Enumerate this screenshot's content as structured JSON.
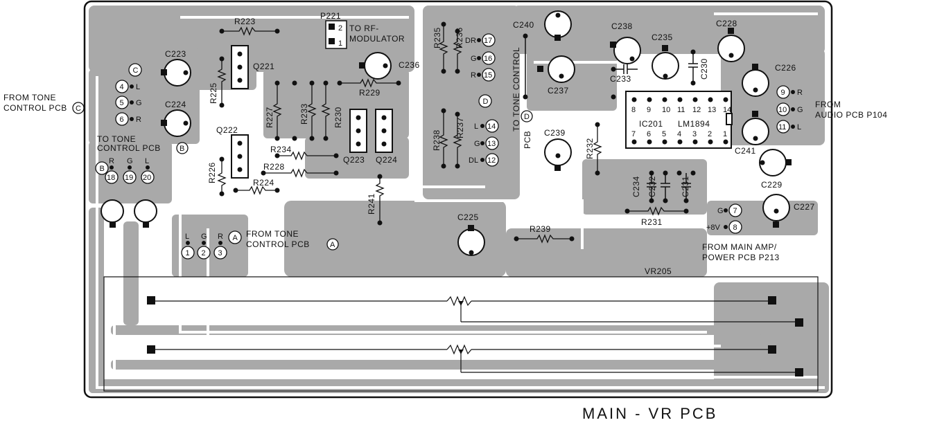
{
  "title": "MAIN - VR PCB",
  "ic": {
    "ref": "IC201",
    "part": "LM1894",
    "top_pins": [
      "8",
      "9",
      "10",
      "11",
      "12",
      "13",
      "14"
    ],
    "bottom_pins": [
      "7",
      "6",
      "5",
      "4",
      "3",
      "2",
      "1"
    ]
  },
  "connectors": {
    "from_tone_c_1": "FROM TONE",
    "from_tone_c_2": "CONTROL PCB",
    "from_tone_c_mark": "C",
    "to_tone_b_1": "TO TONE",
    "to_tone_b_2": "CONTROL PCB",
    "to_tone_b_mark": "B",
    "from_tone_a_1": "FROM TONE",
    "from_tone_a_2": "CONTROL PCB",
    "from_tone_a_mark": "A",
    "to_rf_1": "TO RF-",
    "to_rf_2": "MODULATOR",
    "to_tone_d_1": "TO TONE CONTROL",
    "to_tone_d_2": "PCB",
    "to_tone_d_mark": "D",
    "from_audio_1": "FROM",
    "from_audio_2": "AUDIO PCB P104",
    "from_main_1": "FROM MAIN AMP/",
    "from_main_2": "POWER PCB P213"
  },
  "pins": [
    {
      "id": "p4",
      "num": "4",
      "sig": "L"
    },
    {
      "id": "p5",
      "num": "5",
      "sig": "G"
    },
    {
      "id": "p6",
      "num": "6",
      "sig": "R"
    },
    {
      "id": "p18",
      "num": "18",
      "sig": "R"
    },
    {
      "id": "p19",
      "num": "19",
      "sig": "G"
    },
    {
      "id": "p20",
      "num": "20",
      "sig": "L"
    },
    {
      "id": "p1",
      "num": "1",
      "sig": "L"
    },
    {
      "id": "p2",
      "num": "2",
      "sig": "G"
    },
    {
      "id": "p3",
      "num": "3",
      "sig": "R"
    },
    {
      "id": "p17",
      "num": "17",
      "sig": "DR"
    },
    {
      "id": "p16",
      "num": "16",
      "sig": "G"
    },
    {
      "id": "p15",
      "num": "15",
      "sig": "R"
    },
    {
      "id": "p14",
      "num": "14",
      "sig": "L"
    },
    {
      "id": "p13",
      "num": "13",
      "sig": "G"
    },
    {
      "id": "p12",
      "num": "12",
      "sig": "DL"
    },
    {
      "id": "p9",
      "num": "9",
      "sig": "R"
    },
    {
      "id": "p10",
      "num": "10",
      "sig": "G"
    },
    {
      "id": "p11",
      "num": "11",
      "sig": "L"
    },
    {
      "id": "p7",
      "num": "7",
      "sig": "G"
    },
    {
      "id": "p8",
      "num": "8",
      "sig": "+8V"
    },
    {
      "id": "pB",
      "num": "B",
      "sig": ""
    },
    {
      "id": "pC",
      "num": "C",
      "sig": ""
    },
    {
      "id": "pA",
      "num": "A",
      "sig": ""
    },
    {
      "id": "pD",
      "num": "D",
      "sig": ""
    }
  ],
  "components": {
    "resistors": [
      "R223",
      "R225",
      "R227",
      "R233",
      "R230",
      "R229",
      "R234",
      "R228",
      "R226",
      "R224",
      "R241",
      "R235",
      "R236",
      "R238",
      "R237",
      "R232",
      "R231",
      "R239"
    ],
    "capacitors": [
      "C223",
      "C224",
      "C236",
      "C240",
      "C237",
      "C238",
      "C235",
      "C233",
      "C230",
      "C228",
      "C226",
      "C239",
      "C241",
      "C229",
      "C227",
      "C225",
      "C234",
      "C232",
      "C231"
    ],
    "transistors": [
      "Q221",
      "Q222",
      "Q223",
      "Q224"
    ],
    "header": "P221",
    "header_pins": [
      "2",
      "1"
    ],
    "pot": "VR205"
  },
  "colors": {
    "copper": "#a9a9a9",
    "board": "#ffffff",
    "ink": "#111111"
  }
}
